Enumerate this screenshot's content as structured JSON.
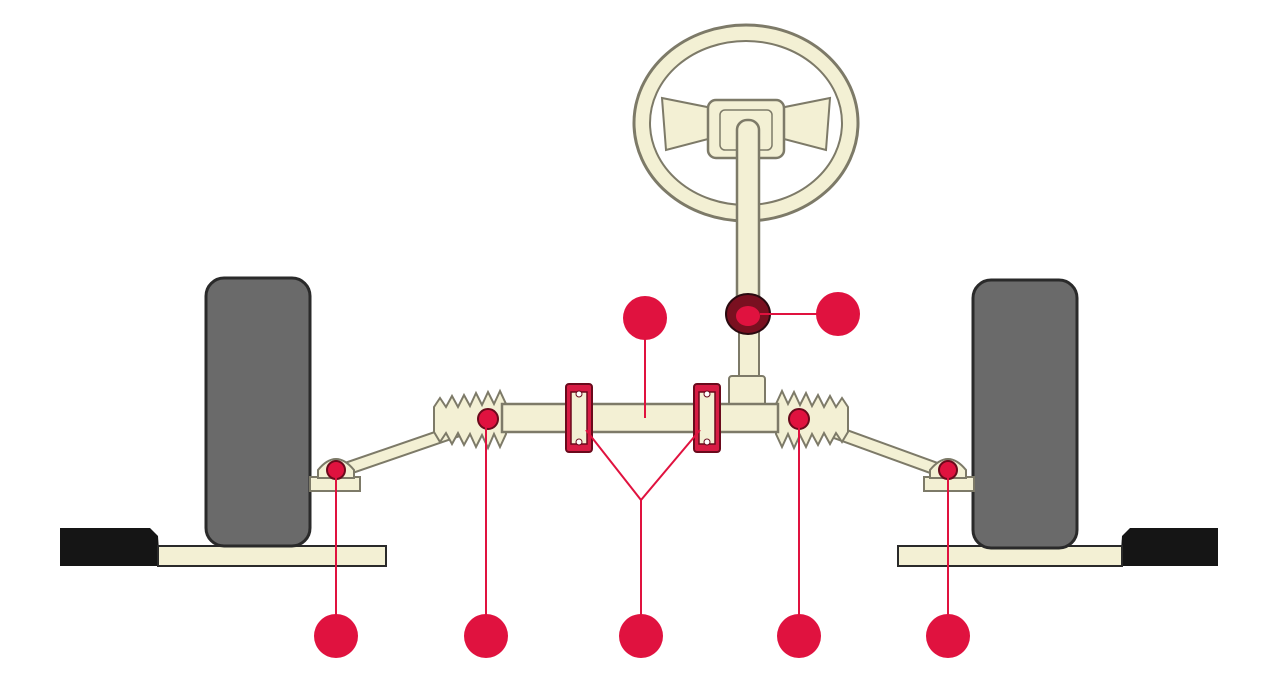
{
  "diagram": {
    "subject": "steering system",
    "colors": {
      "background": "#ffffff",
      "component_fill": "#f3f0d4",
      "component_stroke": "#7d7a68",
      "tire_fill": "#6a6a6a",
      "tire_stroke": "#2a2a2a",
      "marker": "#e0123f",
      "leader_line": "#e0123f",
      "block": "#151515"
    },
    "components": [
      "steering-wheel",
      "steering-column",
      "steering-rack",
      "rack-boots",
      "mounting-clamps",
      "tie-rods",
      "tie-rod-ends",
      "tires",
      "turntable-plates"
    ],
    "markers": [
      {
        "name": "marker-rack"
      },
      {
        "name": "marker-column-joint"
      },
      {
        "name": "marker-left-tie-rod-end"
      },
      {
        "name": "marker-left-inner-joint"
      },
      {
        "name": "marker-clamps"
      },
      {
        "name": "marker-right-inner-joint"
      },
      {
        "name": "marker-right-tie-rod-end"
      }
    ]
  }
}
